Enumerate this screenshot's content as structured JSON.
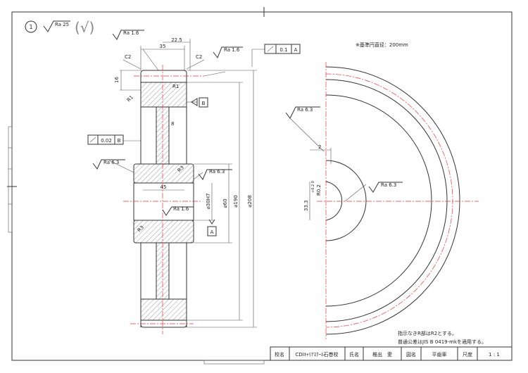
{
  "header": {
    "item_number": "1",
    "general_roughness": "Ra 25",
    "bracket_symbol": "(√)"
  },
  "notes": {
    "pitch_diameter": "※基準円直径：200mm",
    "note1": "指示なきR部はR2とする。",
    "note2": "普通公差はJIS B 0419-mkを適用する。"
  },
  "dimensions": {
    "d22_5": "22.5",
    "d35": "35",
    "c2_left": "C2",
    "c2_right": "C2",
    "d16": "16",
    "r1_a": "R1",
    "r1_b": "R1",
    "d8": "8",
    "r3_a": "R3",
    "r3_b": "R3",
    "d45": "45",
    "bore": "⌀30H7",
    "hub": "⌀60",
    "inner": "⌀190",
    "outer": "⌀208",
    "d2": "2",
    "r0_2": "R0.2",
    "keyway": "33.3",
    "keyway_tol": "+0.2 0"
  },
  "roughness": {
    "top_left": "Ra 1.6",
    "top_right": "Ra 1.6",
    "hub_left": "Ra 6.3",
    "hub_right": "Ra 6.3",
    "bore": "Ra 1.6",
    "side_view_a": "Ra 6.3",
    "side_view_b": "Ra 6.3"
  },
  "tolerances": {
    "runout_value": "0.1",
    "runout_datum": "A",
    "parallel_value": "0.02",
    "parallel_datum": "B",
    "datum_a": "A",
    "datum_b": "B"
  },
  "title_block": {
    "school_label": "校名",
    "school": "CDIｷｬﾘｱｽｸｰﾙ石巻校",
    "name_label": "氏名",
    "name": "椎出　愛",
    "drawing_label": "図名",
    "drawing": "平歯車",
    "scale_label": "尺度",
    "scale": "1 : 1"
  }
}
